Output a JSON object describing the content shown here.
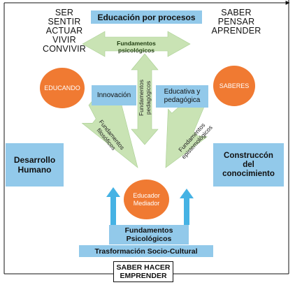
{
  "header": {
    "left_stack": [
      "SER",
      "SENTIR",
      "ACTUAR",
      "VIVIR",
      "CONVIVIR"
    ],
    "right_stack": [
      "SABER",
      "PENSAR",
      "APRENDER"
    ],
    "title": "Educación por procesos"
  },
  "nodes": {
    "educando": "EDUCANDO",
    "saberes": "SABERES",
    "educador": [
      "Educador",
      "Mediador"
    ],
    "innovacion": "Innovación",
    "educativa": [
      "Educativa y",
      "pedagógica"
    ],
    "desarrollo": [
      "Desarrollo",
      "Humano"
    ],
    "construccion": [
      "Construccón",
      "del",
      "conocimiento"
    ],
    "fundamentos_psicologicos_box": [
      "Fundamentos",
      "Psicológicos"
    ],
    "transformacion": "Trasformación Socio-Cultural",
    "saber_hacer": [
      "SABER HACER",
      "EMPRENDER"
    ]
  },
  "arrows": {
    "horizontal": "Fundamentos psicológicos",
    "vertical": [
      "Fundamentos",
      "pedagógicos"
    ],
    "left_diag": [
      "Fundamentos",
      "filosóficos"
    ],
    "right_diag": [
      "Fundamentos",
      "epistemológicos"
    ]
  },
  "colors": {
    "box": "#92c9ea",
    "circle": "#f07a32",
    "arrow": "#c9e3b4",
    "up_arrow": "#45b2e4"
  }
}
